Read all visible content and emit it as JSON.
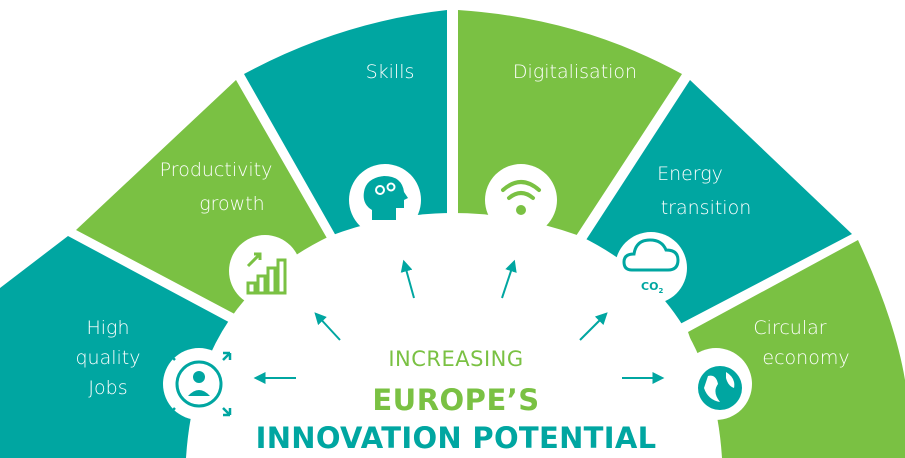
{
  "colors": {
    "teal": "#00a6a1",
    "green": "#7ac143",
    "white": "#ffffff"
  },
  "segments": [
    {
      "id": "jobs",
      "lines": [
        "High",
        "quality",
        "Jobs"
      ],
      "color": "#00a6a1",
      "icon": "jobs-people-icon"
    },
    {
      "id": "productivity",
      "lines": [
        "Productivity",
        "growth"
      ],
      "color": "#7ac143",
      "icon": "growth-chart-icon"
    },
    {
      "id": "skills",
      "lines": [
        "Skills"
      ],
      "color": "#00a6a1",
      "icon": "brain-gears-icon"
    },
    {
      "id": "digitalisation",
      "lines": [
        "Digitalisation"
      ],
      "color": "#7ac143",
      "icon": "wifi-icon"
    },
    {
      "id": "energy",
      "lines": [
        "Energy",
        "transition"
      ],
      "color": "#00a6a1",
      "icon": "co2-cloud-icon"
    },
    {
      "id": "circular",
      "lines": [
        "Circular",
        "economy"
      ],
      "color": "#7ac143",
      "icon": "globe-icon"
    }
  ],
  "co2_text": "CO",
  "co2_sub": "2",
  "center": {
    "line1": "INCREASING",
    "line2": "EUROPE’S",
    "line3": "INNOVATION POTENTIAL"
  }
}
